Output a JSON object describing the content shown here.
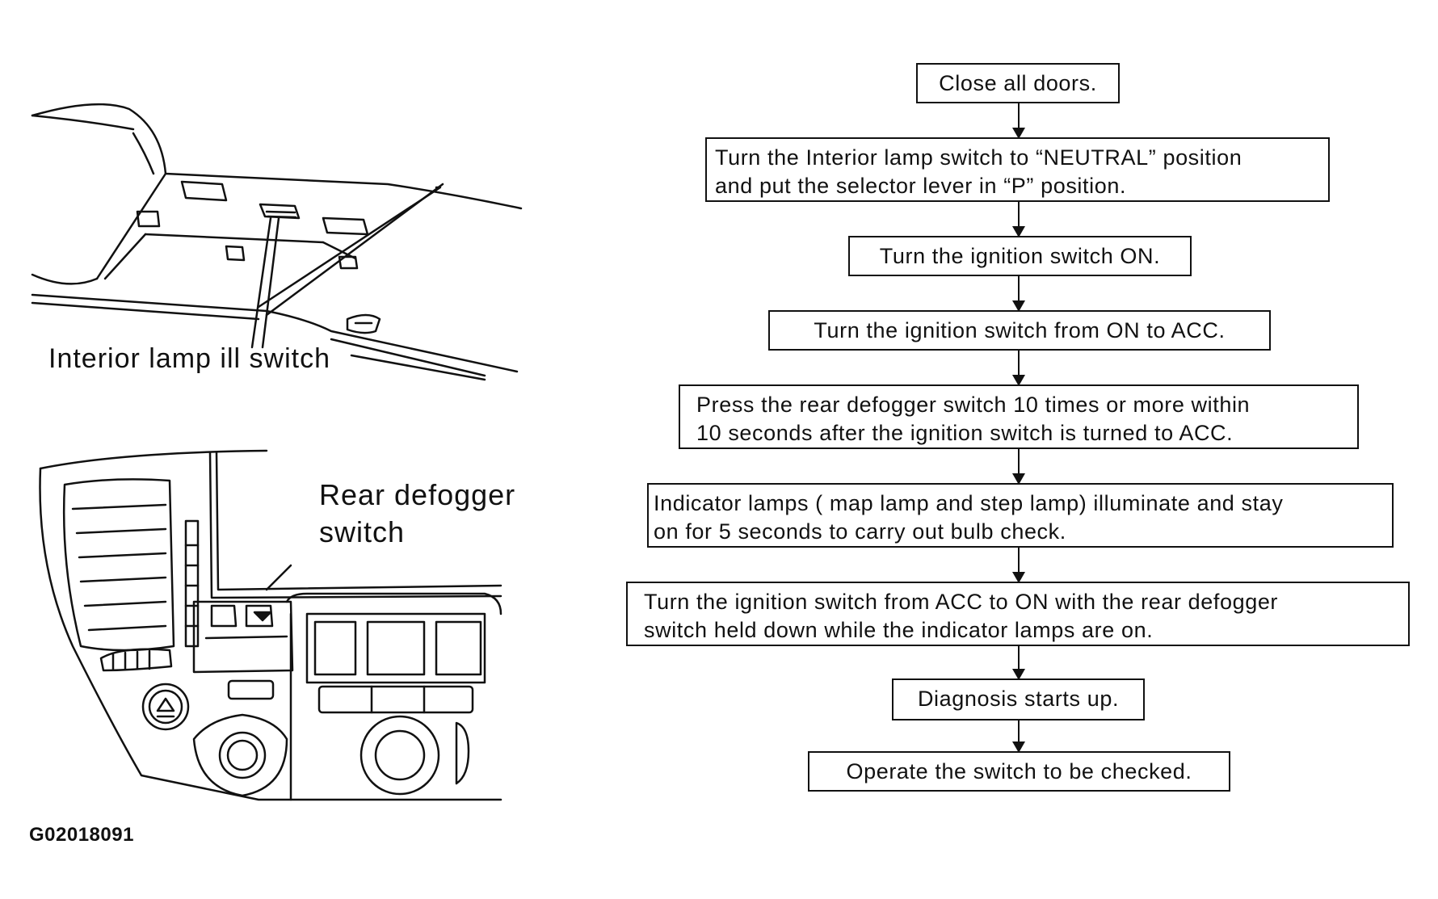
{
  "illustrations": {
    "interior_lamp_label": "Interior lamp ill switch",
    "defogger_label": "Rear defogger\nswitch",
    "figure_code": "G02018091"
  },
  "flowchart": {
    "steps": [
      "Close all doors.",
      "Turn the Interior lamp switch to “NEUTRAL” position\n  and put the selector lever in “P” position.",
      "Turn the ignition switch ON.",
      "Turn the ignition switch from ON to ACC.",
      "Press the rear defogger switch 10 times or more within\n10 seconds after the ignition switch is turned to ACC.",
      "Indicator lamps ( map lamp and step lamp) illuminate and stay\n  on for 5 seconds to carry out bulb check.",
      "Turn the ignition switch from ACC to ON with the rear defogger\nswitch held down while the indicator lamps are on.",
      "Diagnosis starts up.",
      "Operate the switch to be checked."
    ]
  }
}
